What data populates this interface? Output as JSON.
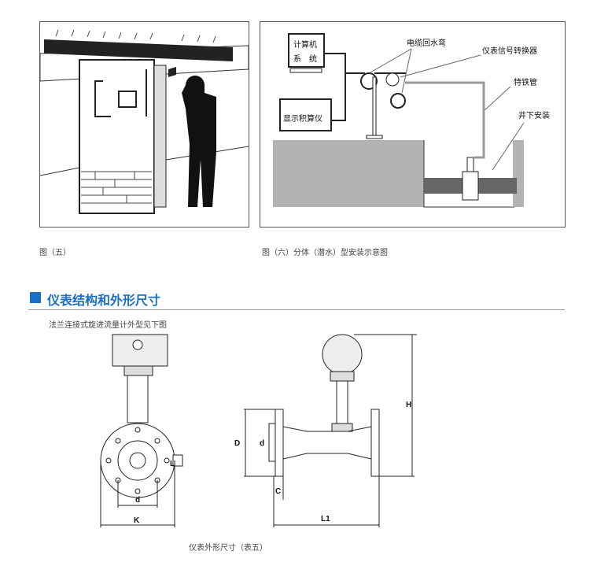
{
  "figure5": {
    "caption": "图（五）"
  },
  "figure6": {
    "caption": "图（六）分体（潜水）型安装示意图",
    "labels": {
      "computer_line1": "计算机",
      "computer_line2": "系　统",
      "cable_loop": "电缆回水弯",
      "converter": "仪表信号转换器",
      "pipe": "特铁管",
      "underground": "井下安装",
      "display": "显示积算仪"
    }
  },
  "section": {
    "title": "仪表结构和外形尺寸",
    "subtitle": "法兰连接式旋进流量计外型见下图",
    "accent_color": "#1a6fc4"
  },
  "dimensions": {
    "labels": {
      "L": "L",
      "d": "d",
      "K": "K",
      "D": "D",
      "d2": "d",
      "H": "H",
      "C": "C",
      "L1": "L1"
    },
    "caption": "仪表外形尺寸（表五）"
  }
}
